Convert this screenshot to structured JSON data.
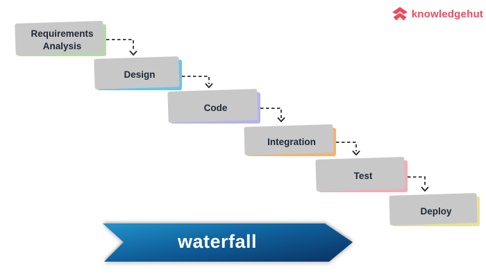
{
  "logo": {
    "text": "knowledgehut",
    "color": "#ee4b5e"
  },
  "diagram": {
    "steps": [
      {
        "label": "Requirements Analysis",
        "color": "#b7db9f"
      },
      {
        "label": "Design",
        "color": "#5ec7f2"
      },
      {
        "label": "Code",
        "color": "#b4b2f0"
      },
      {
        "label": "Integration",
        "color": "#f9b268"
      },
      {
        "label": "Test",
        "color": "#f7a9b8"
      },
      {
        "label": "Deploy",
        "color": "#e7e395"
      }
    ],
    "banner": {
      "label": "waterfall",
      "text_color": "#ffffff",
      "gradient_start": "#2293ca",
      "gradient_mid": "#0f5f9b",
      "gradient_end": "#0b3768"
    },
    "connector_color": "#2d2d2d",
    "shadow_color": "#c8c8c8",
    "text_color": "#1e2836"
  }
}
